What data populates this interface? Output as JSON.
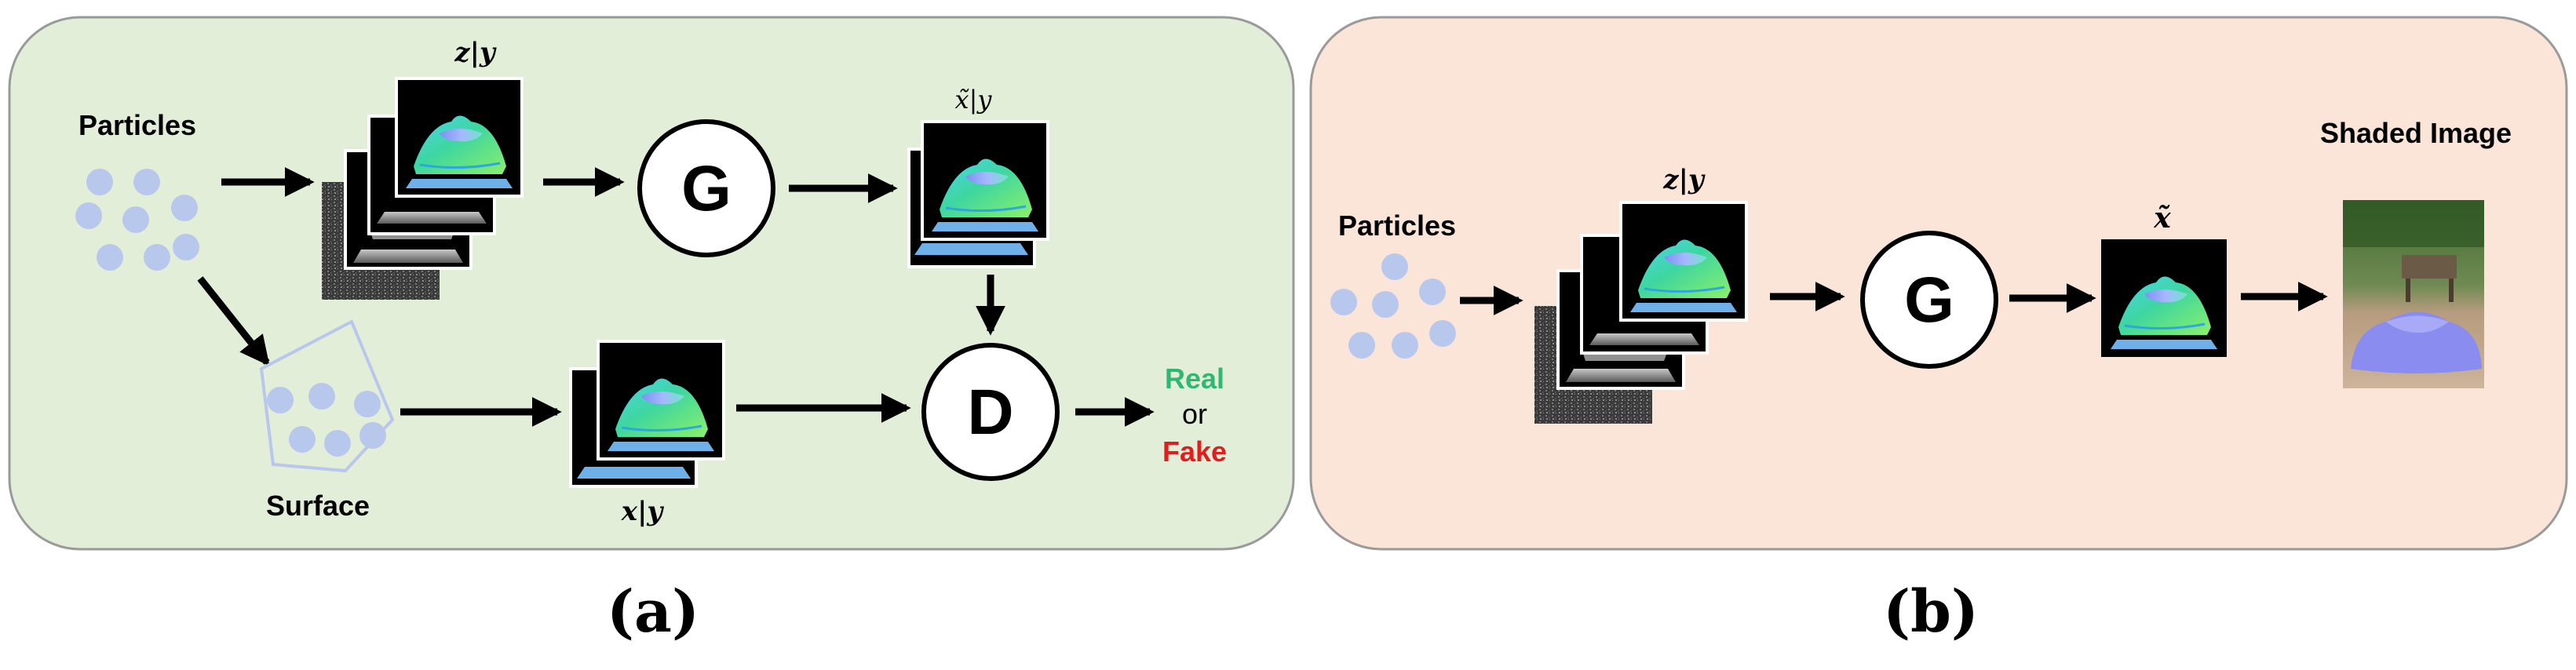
{
  "panel_a": {
    "caption": "(a)",
    "particles_label": "Particles",
    "surface_label": "Surface",
    "z_label": "z|y",
    "xtilde_label": "x̃|y",
    "x_label": "x|y",
    "generator": "G",
    "discriminator": "D",
    "out_real": "Real",
    "out_or": "or",
    "out_fake": "Fake"
  },
  "panel_b": {
    "caption": "(b)",
    "particles_label": "Particles",
    "z_label": "z|y",
    "xtilde_label": "x̃",
    "generator": "G",
    "shaded_label": "Shaded Image"
  },
  "colors": {
    "panel_a_bg": "#e3eed8",
    "panel_b_bg": "#fbe4d8",
    "particle": "#b8c7ec",
    "real": "#2eb872",
    "fake": "#e01e1e",
    "shaded_cloth": "#8a8cf0"
  }
}
